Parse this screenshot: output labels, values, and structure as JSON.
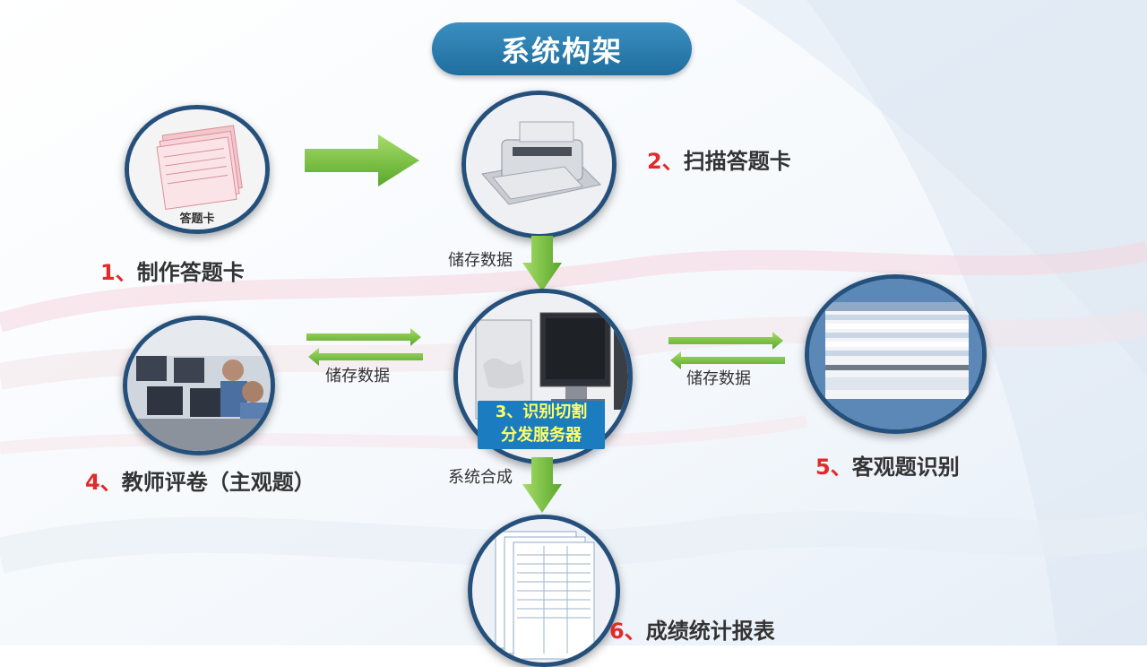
{
  "title": "系统构架",
  "nodes": {
    "card": {
      "num": "1、",
      "text": "制作答题卡",
      "inner_label": "答题卡"
    },
    "scan": {
      "num": "2、",
      "text": "扫描答题卡"
    },
    "server": {
      "line1": "3、识别切割",
      "line2": "分发服务器"
    },
    "teacher": {
      "num": "4、",
      "text": "教师评卷（主观题）"
    },
    "objective": {
      "num": "5、",
      "text": "客观题识别"
    },
    "report": {
      "num": "6、",
      "text": "成绩统计报表"
    }
  },
  "edges": {
    "scan_to_server": "储存数据",
    "server_teacher": "储存数据",
    "server_objective": "储存数据",
    "server_to_report": "系统合成"
  },
  "colors": {
    "title_bg": "#2a7fb2",
    "arrow_green": "#74c23a",
    "number_red": "#e12b2b",
    "circle_border": "#25507c",
    "server_caption_bg": "#1b7dbf",
    "server_caption_text": "#ffff66"
  }
}
